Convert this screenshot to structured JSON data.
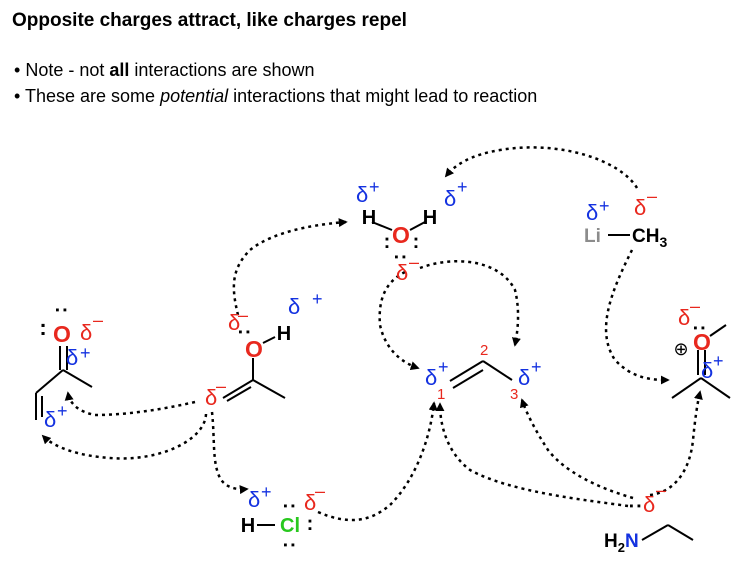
{
  "title": "Opposite charges attract, like charges repel",
  "notes": {
    "bullet": "•",
    "note1_pre": "Note - not ",
    "note1_bold": "all",
    "note1_post": " interactions are shown",
    "note2_pre": "These are some ",
    "note2_italic": "potential",
    "note2_post": " interactions that might lead to reaction"
  },
  "symbols": {
    "delta": "δ",
    "plus": "+",
    "minus": "–",
    "lone_pair": ":",
    "oplus": "⊕"
  },
  "atoms": {
    "O": "O",
    "H": "H",
    "Li": "Li",
    "CH": "CH",
    "three": "3",
    "Cl": "Cl",
    "N": "N",
    "two": "2"
  },
  "locants": [
    "1",
    "2",
    "3"
  ],
  "colors": {
    "text": "#000000",
    "delta_plus": "#1432e0",
    "delta_minus": "#e8281e",
    "oxygen": "#e8281e",
    "nitrogen": "#1432e0",
    "chlorine": "#28c81e",
    "lithium": "#8c8c8c",
    "locant": "#e8281e"
  }
}
